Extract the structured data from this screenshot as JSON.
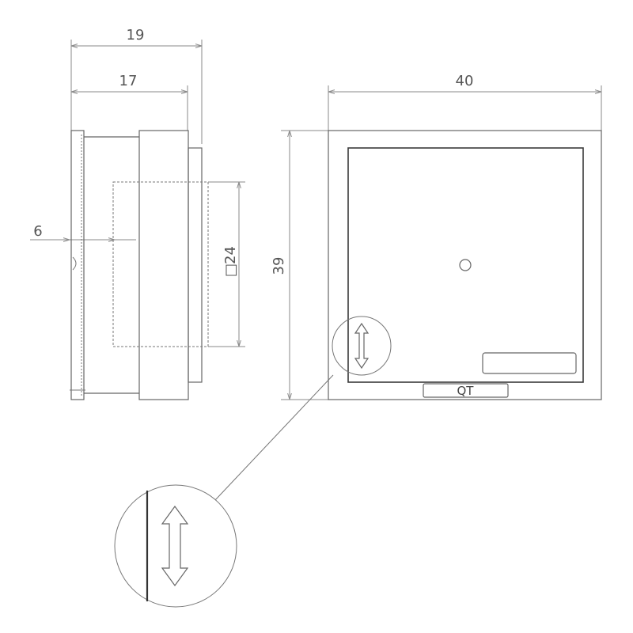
{
  "side_view": {
    "overall_depth": "19",
    "body_depth": "17",
    "wall_offset": "6",
    "mounting_square": "24",
    "square_symbol": "□"
  },
  "front_view": {
    "width": "40",
    "height": "39",
    "tag_label": "QT"
  },
  "colors": {
    "line": "#666666",
    "dimension": "#8a8a8a",
    "text": "#555555"
  },
  "icons": {
    "slide_direction": "double-arrow-vertical",
    "center_mark": "circle"
  }
}
